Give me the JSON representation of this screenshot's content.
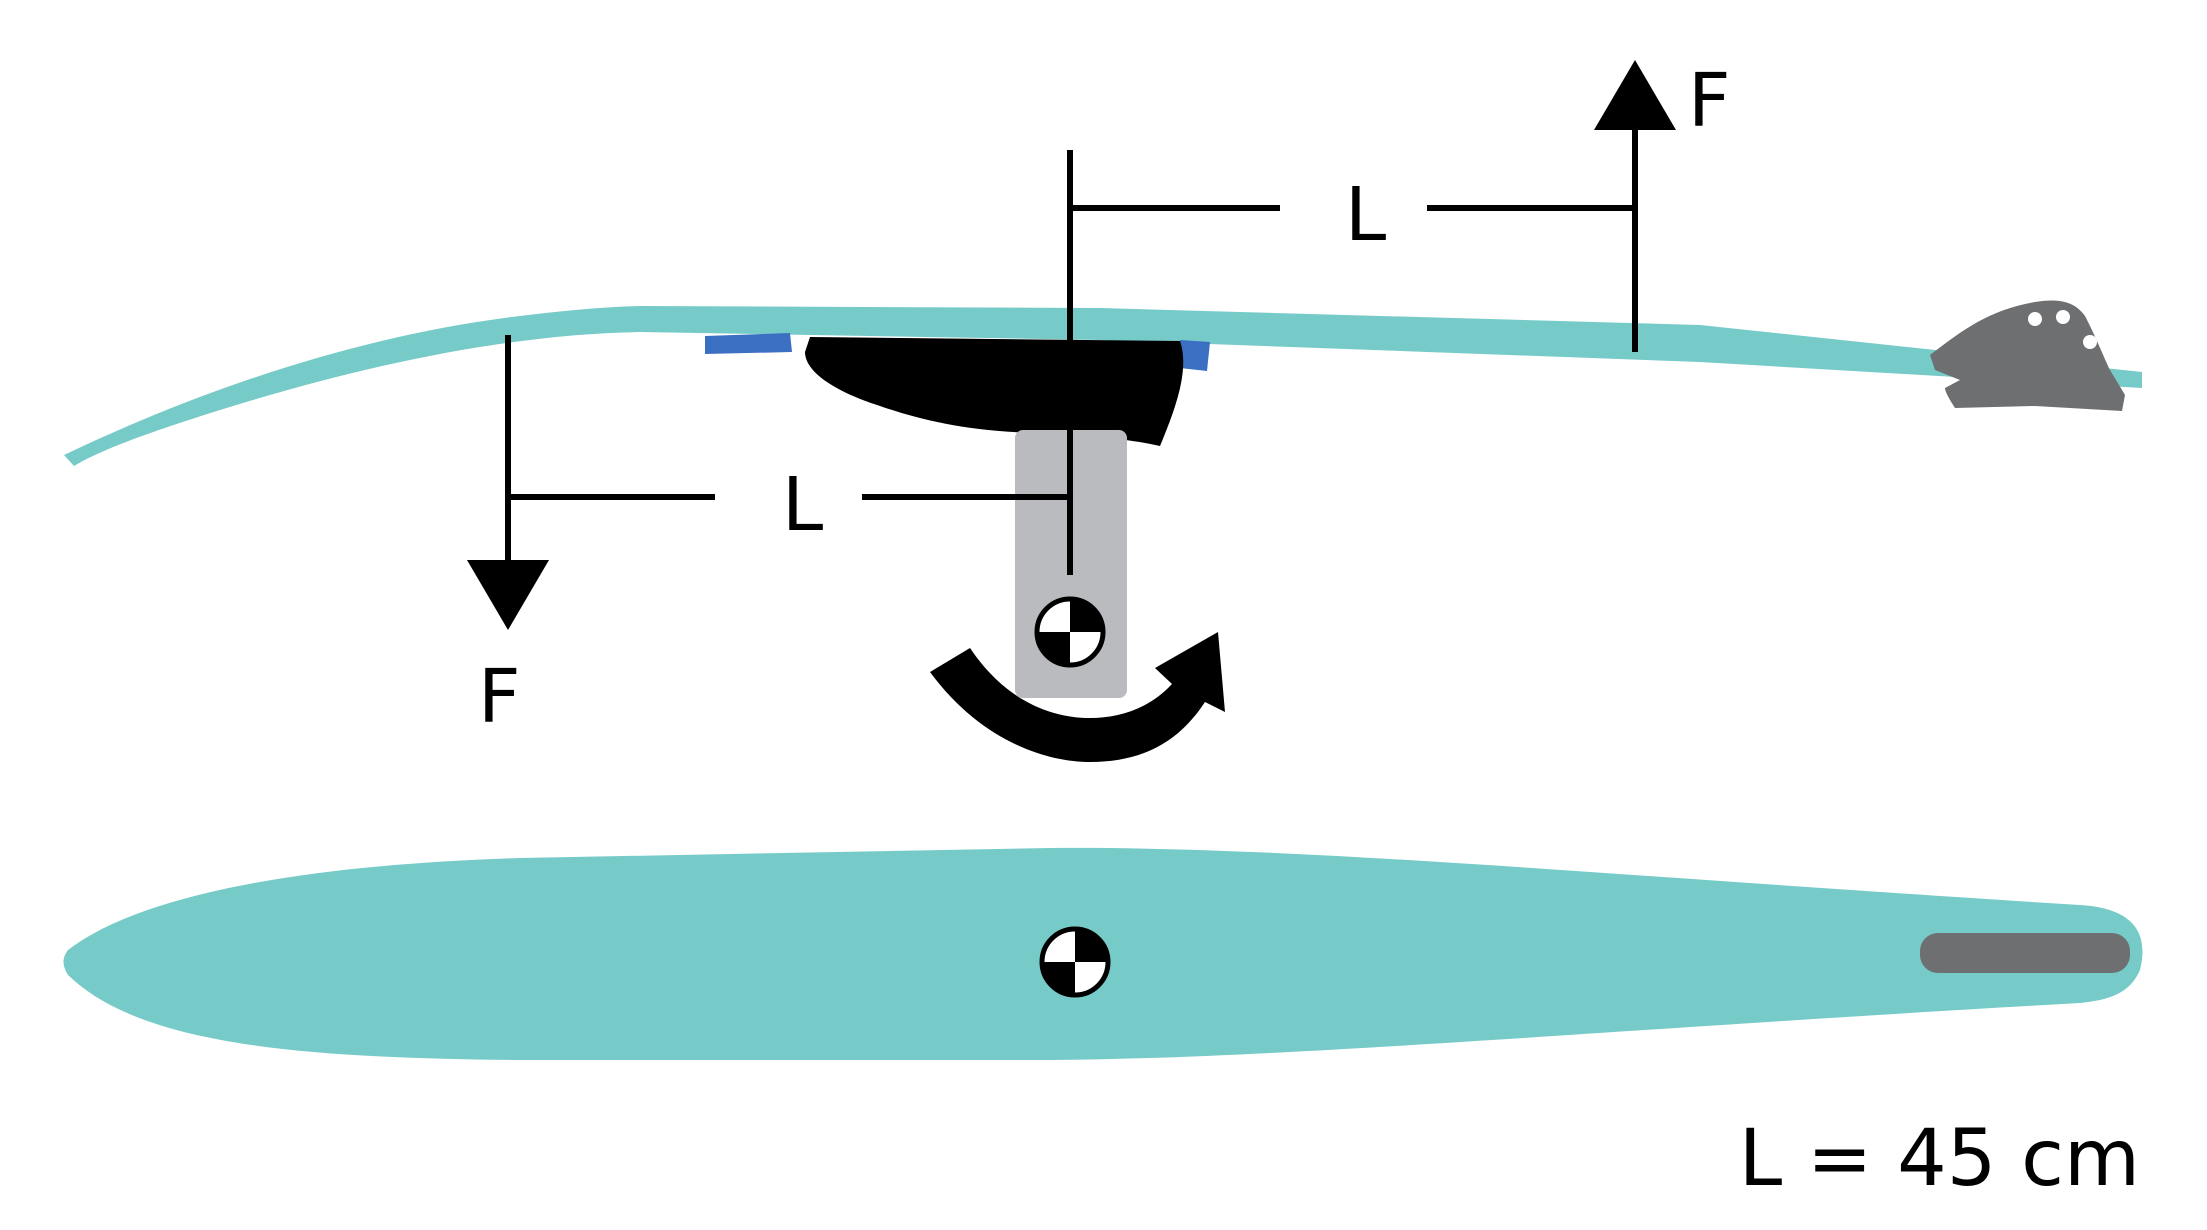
{
  "labels": {
    "force_top": "F",
    "force_bottom": "F",
    "lever_top": "L",
    "lever_bottom": "L",
    "caption": "L = 45 cm"
  },
  "colors": {
    "board": "#76CBC8",
    "pad": "#3A6FC2",
    "foot": "#000000",
    "post": "#B9BBBE",
    "hardware": "#6E6F71",
    "ink": "#000000",
    "background": "#FFFFFF"
  },
  "icons": {
    "pivot": "center-of-mass-icon",
    "rotation": "clockwise-moment-arrow-icon",
    "force": "arrow-icon"
  }
}
